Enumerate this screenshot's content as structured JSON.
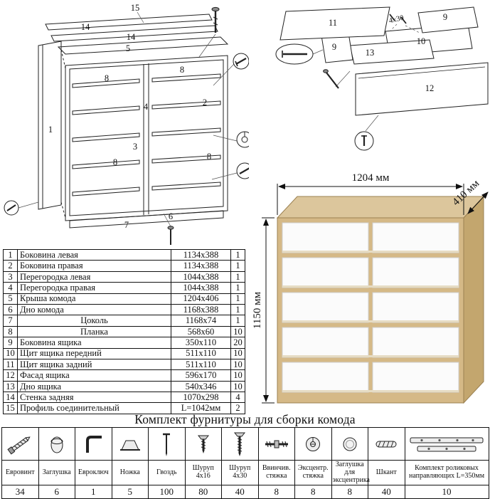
{
  "hardware": {
    "title": "Комплект фурнитуры для сборки комода",
    "items": [
      {
        "label": "Евровинт",
        "qty": "34",
        "icon": "confirmat-screw-icon"
      },
      {
        "label": "Заглушка",
        "qty": "6",
        "icon": "cap-plug-icon"
      },
      {
        "label": "Евроключ",
        "qty": "1",
        "icon": "hex-key-icon"
      },
      {
        "label": "Ножка",
        "qty": "5",
        "icon": "leg-icon"
      },
      {
        "label": "Гвоздь",
        "qty": "100",
        "icon": "nail-icon"
      },
      {
        "label": "Шуруп 4x16",
        "qty": "80",
        "icon": "screw-4x16-icon"
      },
      {
        "label": "Шуруп 4x30",
        "qty": "40",
        "icon": "screw-4x30-icon"
      },
      {
        "label": "Ввинчив. стяжка",
        "qty": "8",
        "icon": "screw-in-dowel-icon"
      },
      {
        "label": "Эксцентр. стяжка",
        "qty": "8",
        "icon": "cam-lock-icon"
      },
      {
        "label": "Заглушка для эксцентрика",
        "qty": "8",
        "icon": "cam-cover-icon"
      },
      {
        "label": "Шкант",
        "qty": "40",
        "icon": "dowel-icon"
      },
      {
        "label": "Комплект роликовых направляющих L=350мм",
        "qty": "10",
        "icon": "drawer-slides-icon"
      }
    ]
  },
  "parts": {
    "rows": [
      {
        "num": "1",
        "name": "Боковина левая",
        "size": "1134x388",
        "qty": "1"
      },
      {
        "num": "2",
        "name": "Боковина правая",
        "size": "1134x388",
        "qty": "1"
      },
      {
        "num": "3",
        "name": "Перегородка левая",
        "size": "1044x388",
        "qty": "1"
      },
      {
        "num": "4",
        "name": "Перегородка правая",
        "size": "1044x388",
        "qty": "1"
      },
      {
        "num": "5",
        "name": "Крыша комода",
        "size": "1204x406",
        "qty": "1"
      },
      {
        "num": "6",
        "name": "Дно комода",
        "size": "1168x388",
        "qty": "1"
      },
      {
        "num": "7",
        "name": "Цоколь",
        "size": "1168x74",
        "qty": "1"
      },
      {
        "num": "8",
        "name": "Планка",
        "size": "568x60",
        "qty": "10"
      },
      {
        "num": "9",
        "name": "Боковина ящика",
        "size": "350x110",
        "qty": "20"
      },
      {
        "num": "10",
        "name": "Щит ящика передний",
        "size": "511x110",
        "qty": "10"
      },
      {
        "num": "11",
        "name": "Щит ящика задний",
        "size": "511x110",
        "qty": "10"
      },
      {
        "num": "12",
        "name": "Фасад ящика",
        "size": "596x170",
        "qty": "10"
      },
      {
        "num": "13",
        "name": "Дно ящика",
        "size": "540x346",
        "qty": "10"
      },
      {
        "num": "14",
        "name": "Стенка задняя",
        "size": "1070x298",
        "qty": "4"
      },
      {
        "num": "15",
        "name": "Профиль соединительный",
        "size": "L=1042мм",
        "qty": "2"
      }
    ]
  },
  "dims": {
    "width": "1204 мм",
    "depth": "410 мм",
    "height": "1150 мм"
  },
  "labels": {
    "n1": "1",
    "n2": "2",
    "n3": "3",
    "n4": "4",
    "n5": "5",
    "n6": "6",
    "n7": "7",
    "n8": "8",
    "n9": "9",
    "n10": "10",
    "n11": "11",
    "n12": "12",
    "n13": "13",
    "n14": "14",
    "n15": "15",
    "screw_4x30": "4x30"
  },
  "colors": {
    "oak": "#d5b987",
    "oak_top": "#dcc69c",
    "oak_side": "#c3a66e",
    "oak_edge": "#9b8152",
    "drawer": "#fbfbfb",
    "line": "#1a1a1a"
  }
}
